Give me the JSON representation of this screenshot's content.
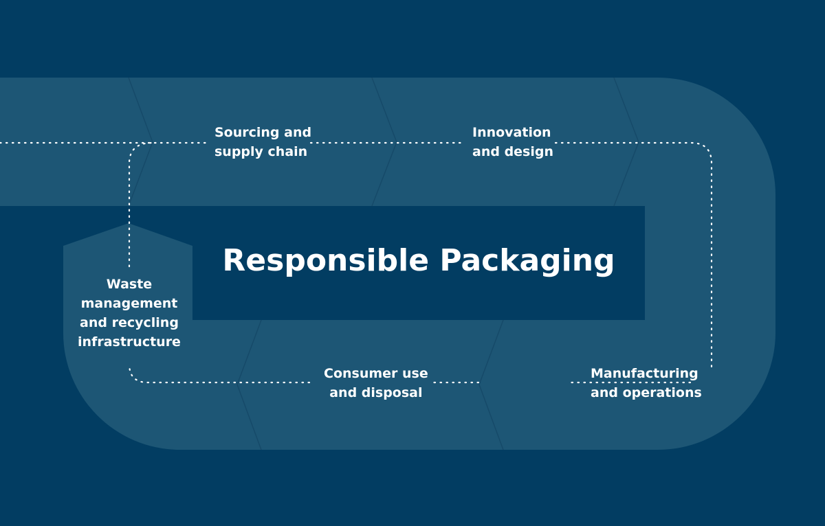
{
  "title": "Responsible Packaging",
  "stages": {
    "sourcing": "Sourcing and\nsupply chain",
    "innovation": "Innovation\nand design",
    "manufacturing": "Manufacturing\nand operations",
    "consumer": "Consumer use\nand disposal",
    "waste": "Waste\nmanagement\nand recycling\ninfrastructure"
  },
  "colors": {
    "background": "#023d62",
    "track": "#1d5675",
    "center_box": "#023d62",
    "text": "#ffffff",
    "dotted_path": "#ffffff"
  }
}
